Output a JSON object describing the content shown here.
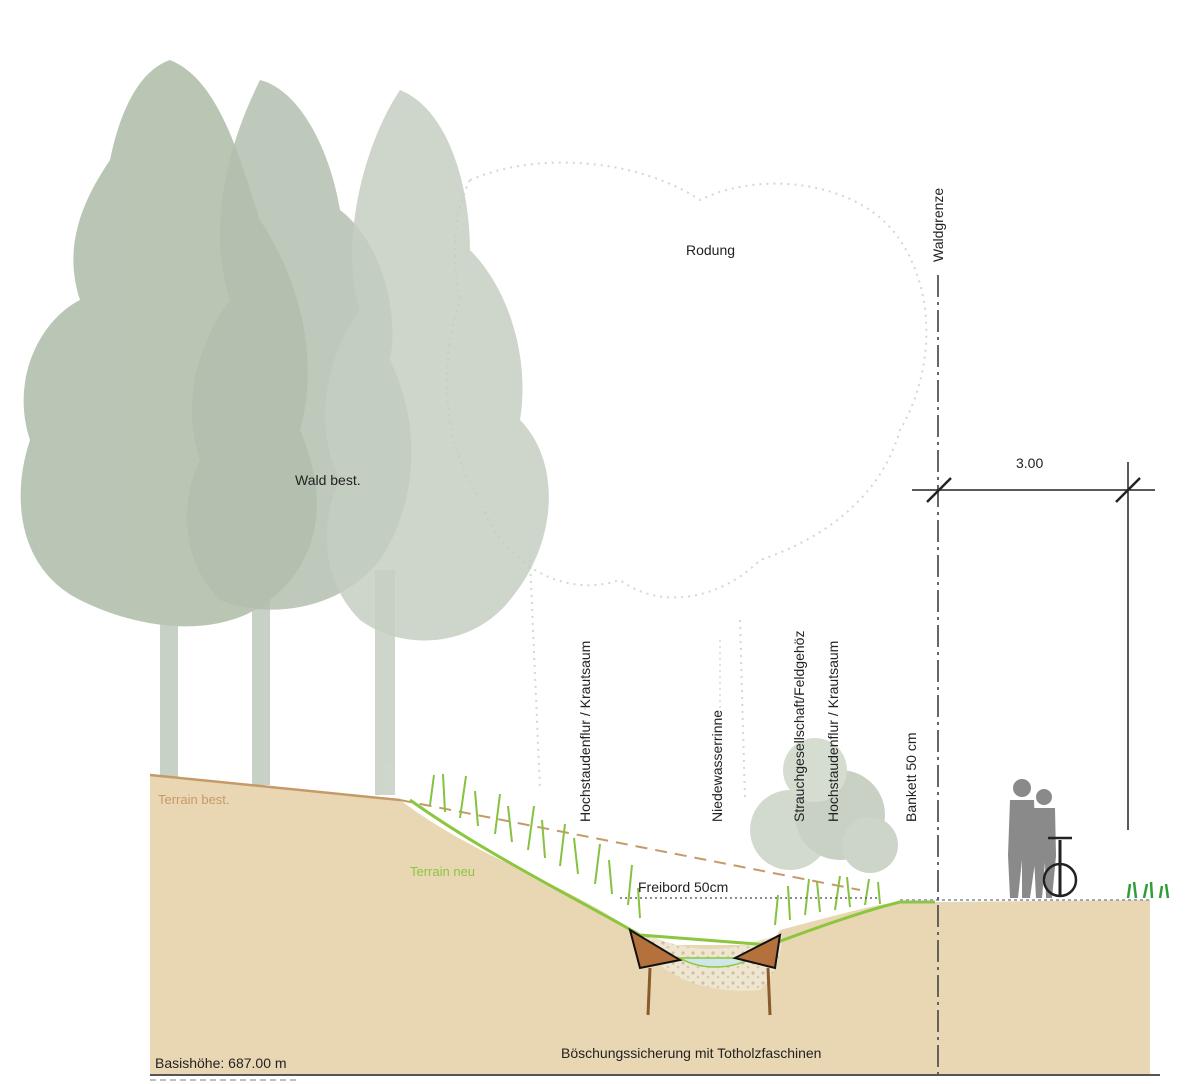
{
  "labels": {
    "rodung": "Rodung",
    "wald_best": "Wald best.",
    "waldgrenze": "Waldgrenze",
    "dimension": "3.00",
    "hochstaudenflur_left": "Hochstaudenflur / Krautsaum",
    "niedewasserrinne": "Niedewasserrinne",
    "strauchgesellschaft": "Strauchgesellschaft/Feldgehöz",
    "hochstaudenflur_right": "Hochstaudenflur / Krautsaum",
    "bankett": "Bankett 50 cm",
    "terrain_best": "Terrain best.",
    "terrain_neu": "Terrain neu",
    "freibord": "Freibord 50cm",
    "boeschungssicherung": "Böschungssicherung mit Totholzfaschinen",
    "basishoehe": "Basishöhe: 687.00 m"
  },
  "colors": {
    "soil": "#e9d7b3",
    "terrain_best": "#c69a68",
    "terrain_neu": "#8cc63f",
    "tree": "#b4c2b0",
    "tree_trunk": "#c7d0c5",
    "people": "#8a8a8a",
    "ground_line": "#555555"
  },
  "icons": {
    "people": "person-with-bicycle-icon",
    "grass": "grass-tuft-icon"
  }
}
